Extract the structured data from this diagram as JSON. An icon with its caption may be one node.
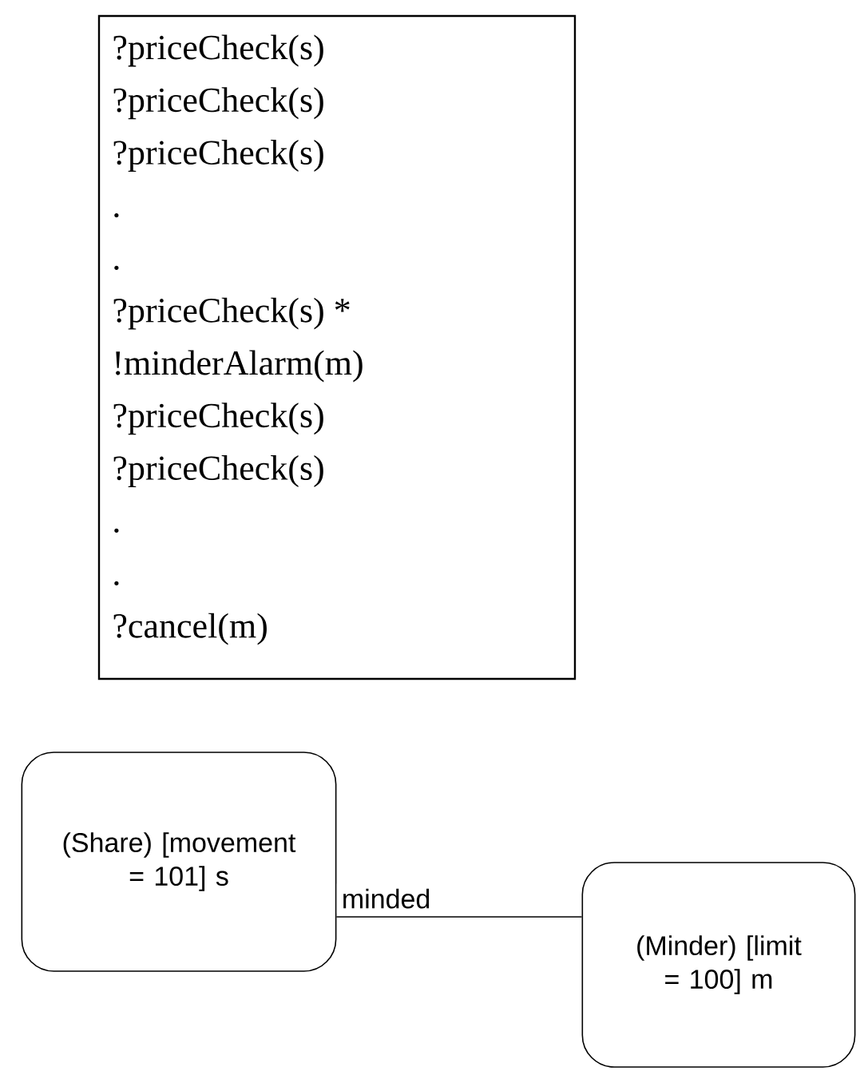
{
  "diagram": {
    "nodes": [
      {
        "text": [
          "?priceCheck(s)",
          "?priceCheck(s)",
          "?priceCheck(s)",
          ".",
          ".",
          "?priceCheck(s)  *",
          "!minderAlarm(m)",
          "?priceCheck(s)",
          "?priceCheck(s)",
          ".",
          ".",
          "?cancel(m)"
        ]
      },
      {
        "text": [
          "(Share) [movement = 101] s"
        ]
      },
      {
        "text": [
          "(Minder) [limit = 100] m"
        ]
      }
    ],
    "edges": [
      {
        "from": 1,
        "to": 2,
        "arrow": "none",
        "label": "minded"
      }
    ]
  }
}
